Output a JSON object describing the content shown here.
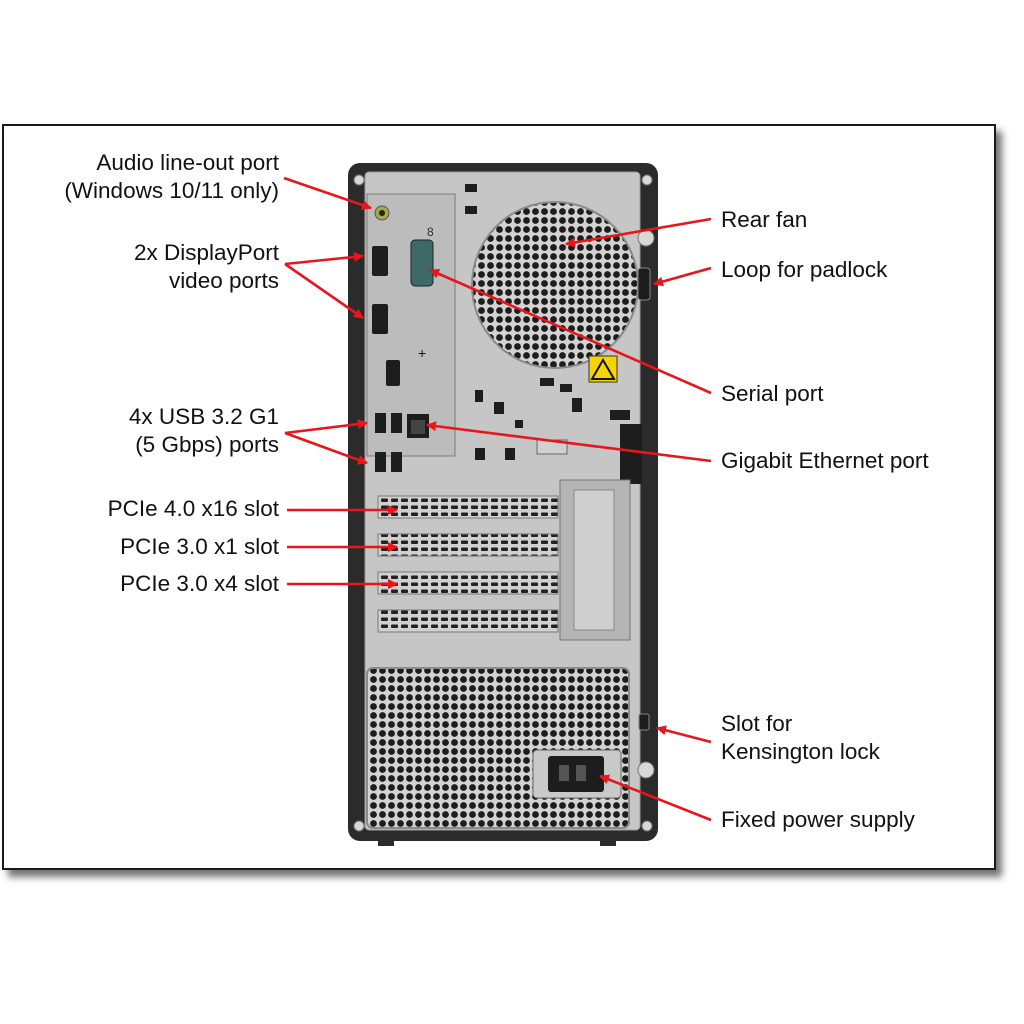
{
  "callouts_left": [
    {
      "id": "audio",
      "text": "Audio line-out port\n(Windows 10/11 only)"
    },
    {
      "id": "displayport",
      "text": "2x DisplayPort\nvideo ports"
    },
    {
      "id": "usb",
      "text": "4x USB 3.2 G1\n(5 Gbps) ports"
    },
    {
      "id": "pcie16",
      "text": "PCIe 4.0 x16 slot"
    },
    {
      "id": "pcie1",
      "text": "PCIe 3.0 x1 slot"
    },
    {
      "id": "pcie4",
      "text": "PCIe 3.0 x4 slot"
    }
  ],
  "callouts_right": [
    {
      "id": "fan",
      "text": "Rear fan"
    },
    {
      "id": "padlock",
      "text": "Loop for padlock"
    },
    {
      "id": "serial",
      "text": "Serial port"
    },
    {
      "id": "ethernet",
      "text": "Gigabit Ethernet port"
    },
    {
      "id": "kensington",
      "text": "Slot for\nKensington lock"
    },
    {
      "id": "psu",
      "text": "Fixed power supply"
    }
  ],
  "colors": {
    "arrow": "#e8161b",
    "chassis": "#2b2b2b",
    "panel": "#c9c9c9"
  },
  "chassis_marks": {
    "port_number": "8"
  }
}
